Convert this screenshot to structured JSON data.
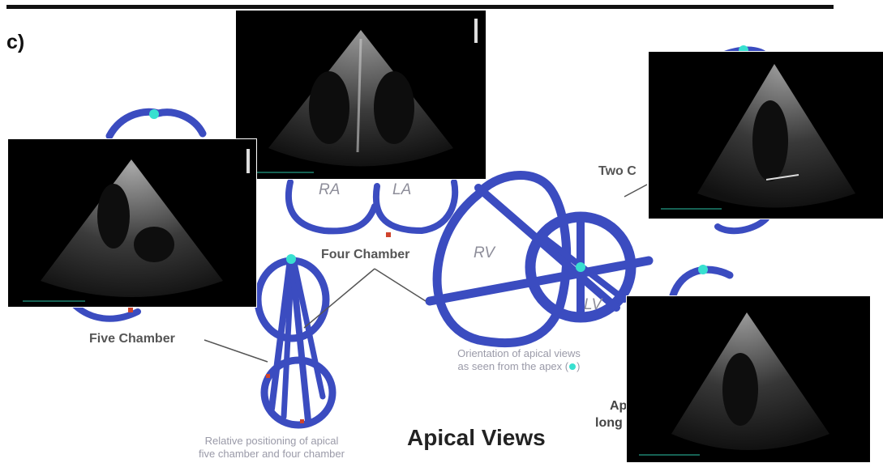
{
  "panel": {
    "label": "c)"
  },
  "title": "Apical Views",
  "labels": {
    "four_chamber": "Four Chamber",
    "five_chamber": "Five Chamber",
    "two_chamber_partial": "Two C",
    "apical_long_partial_1": "Ap",
    "apical_long_partial_2": "long"
  },
  "chambers": {
    "ra": "RA",
    "la": "LA",
    "rv": "RV",
    "lv": "LV"
  },
  "captions": {
    "orientation_line1": "Orientation of apical views",
    "orientation_line2": "as seen from the apex (",
    "orientation_end": ")",
    "positioning_line1": "Relative positioning of apical",
    "positioning_line2": "five chamber and four chamber"
  },
  "colors": {
    "model_blue": "#3b4cc0",
    "apex_marker": "#38e0d0",
    "label_gray": "#555555",
    "caption_gray": "#9a9aa8"
  },
  "icons": {
    "apex": "apex-dot-icon"
  }
}
